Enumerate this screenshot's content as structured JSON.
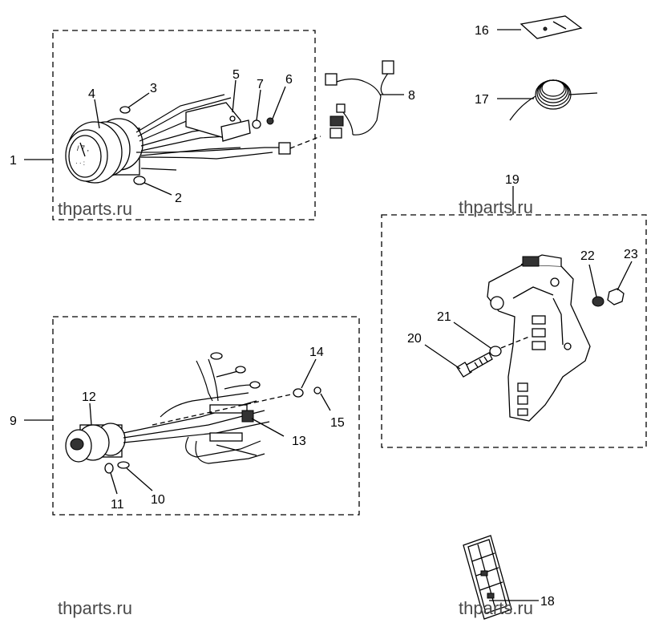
{
  "diagram": {
    "callouts": [
      "1",
      "2",
      "3",
      "4",
      "5",
      "6",
      "7",
      "8",
      "9",
      "10",
      "11",
      "12",
      "13",
      "14",
      "15",
      "16",
      "17",
      "18",
      "19",
      "20",
      "21",
      "22",
      "23"
    ],
    "watermark": "thparts.ru"
  }
}
